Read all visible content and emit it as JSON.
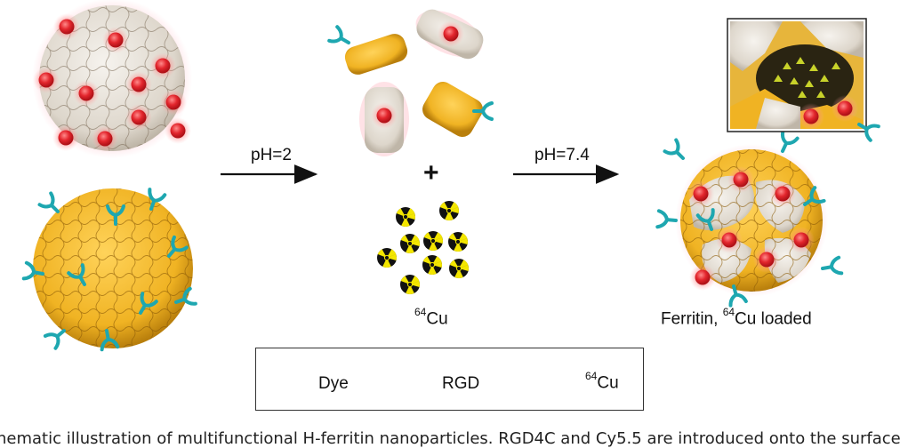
{
  "arrow1_label": "pH=2",
  "arrow2_label": "pH=7.4",
  "plus_sign": "+",
  "cu_label_sup": "64",
  "cu_label_base": "Cu",
  "ferritin_label_prefix": "Ferritin, ",
  "ferritin_label_sup": "64",
  "ferritin_label_suffix": "Cu loaded",
  "legend": {
    "dye": "Dye",
    "rgd": "RGD",
    "cu_sup": "64",
    "cu_base": "Cu"
  },
  "caption": "hematic illustration of multifunctional H-ferritin nanoparticles. RGD4C and Cy5.5 are introduced onto the surface v",
  "colors": {
    "shell_white": "#e9e4dc",
    "shell_yellow": "#f0b323",
    "dye_red": "#e3262d",
    "rgd_teal": "#1ea7b0",
    "radiation_yellow": "#f3e600"
  }
}
